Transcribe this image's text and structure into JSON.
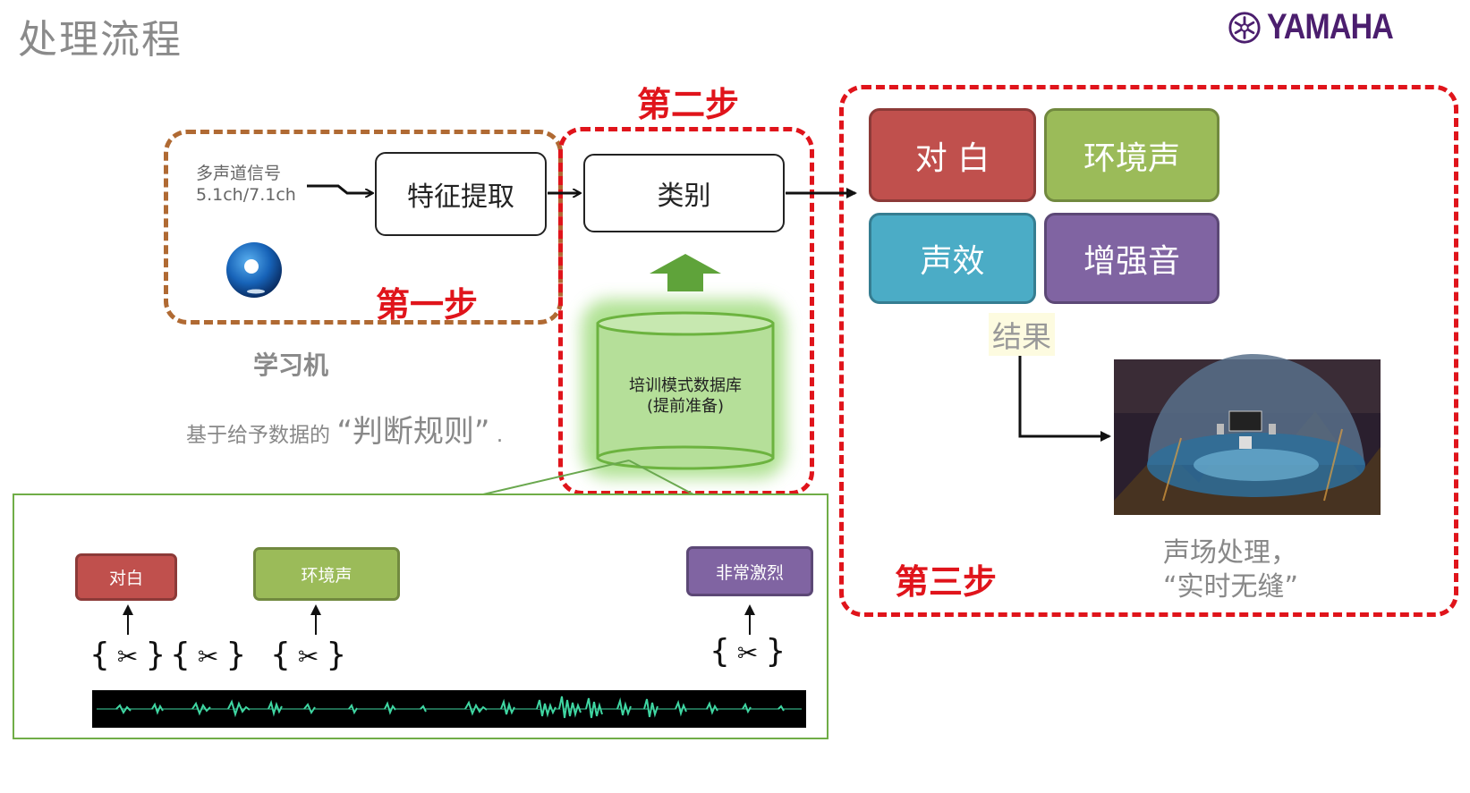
{
  "header": {
    "title": "处理流程",
    "logo_text": "YAMAHA"
  },
  "steps": {
    "step1": "第一步",
    "step2": "第二步",
    "step3": "第三步"
  },
  "input": {
    "line1": "多声道信号",
    "line2": "5.1ch/7.1ch"
  },
  "process": {
    "feature_extraction": "特征提取",
    "category": "类别"
  },
  "database": {
    "line1": "培训模式数据库",
    "line2": "(提前准备)"
  },
  "learner": {
    "title": "学习机",
    "rule_prefix": "基于给予数据的",
    "rule_quote": "“判断规则”",
    "rule_suffix": "."
  },
  "results": {
    "label": "结果",
    "categories": [
      {
        "label": "对 白",
        "color": "#c0504d"
      },
      {
        "label": "环境声",
        "color": "#9bbb59"
      },
      {
        "label": "声效",
        "color": "#4bacc6"
      },
      {
        "label": "增强音",
        "color": "#8064a2"
      }
    ]
  },
  "soundfield": {
    "line1": "声场处理，",
    "line2": "“实时无缝”"
  },
  "timeline": {
    "labels": [
      {
        "label": "对白",
        "color": "#c0504d"
      },
      {
        "label": "环境声",
        "color": "#9bbb59"
      },
      {
        "label": "非常激烈",
        "color": "#8064a2"
      }
    ]
  },
  "icons": [
    "yamaha-emblem-icon",
    "bluray-disc-icon",
    "scissors-icon",
    "up-arrow-icon",
    "right-arrow-icon"
  ]
}
